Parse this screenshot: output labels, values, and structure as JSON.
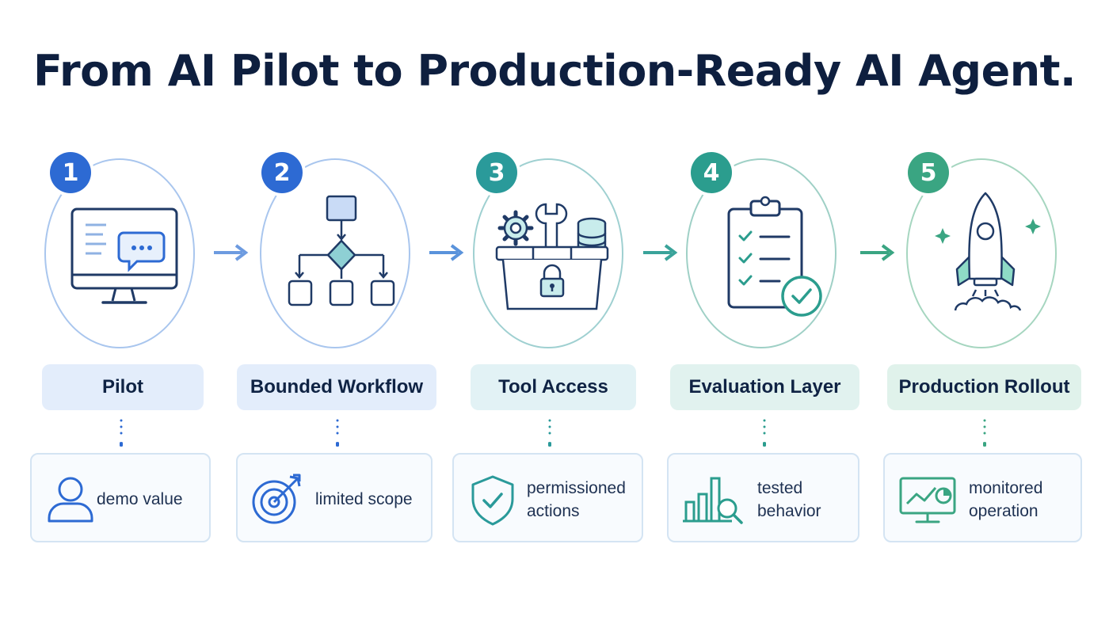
{
  "title": "From AI Pilot to Production-Ready AI Agent.",
  "colors": {
    "step1": "#2d6ad3",
    "step2": "#2d6ad3",
    "step3": "#2a9a9a",
    "step4": "#2b9d8e",
    "step5": "#3aa582"
  },
  "steps": [
    {
      "number": "1",
      "label": "Pilot",
      "icon": "monitor-chat-icon",
      "detail_icon": "user-icon",
      "detail": "demo value"
    },
    {
      "number": "2",
      "label": "Bounded Workflow",
      "icon": "flowchart-icon",
      "detail_icon": "target-icon",
      "detail": "limited scope"
    },
    {
      "number": "3",
      "label": "Tool Access",
      "icon": "toolbox-lock-icon",
      "detail_icon": "shield-check-icon",
      "detail": "permissioned actions"
    },
    {
      "number": "4",
      "label": "Evaluation Layer",
      "icon": "clipboard-check-icon",
      "detail_icon": "bar-chart-search-icon",
      "detail": "tested behavior"
    },
    {
      "number": "5",
      "label": "Production Rollout",
      "icon": "rocket-icon",
      "detail_icon": "monitor-chart-icon",
      "detail": "monitored operation"
    }
  ]
}
